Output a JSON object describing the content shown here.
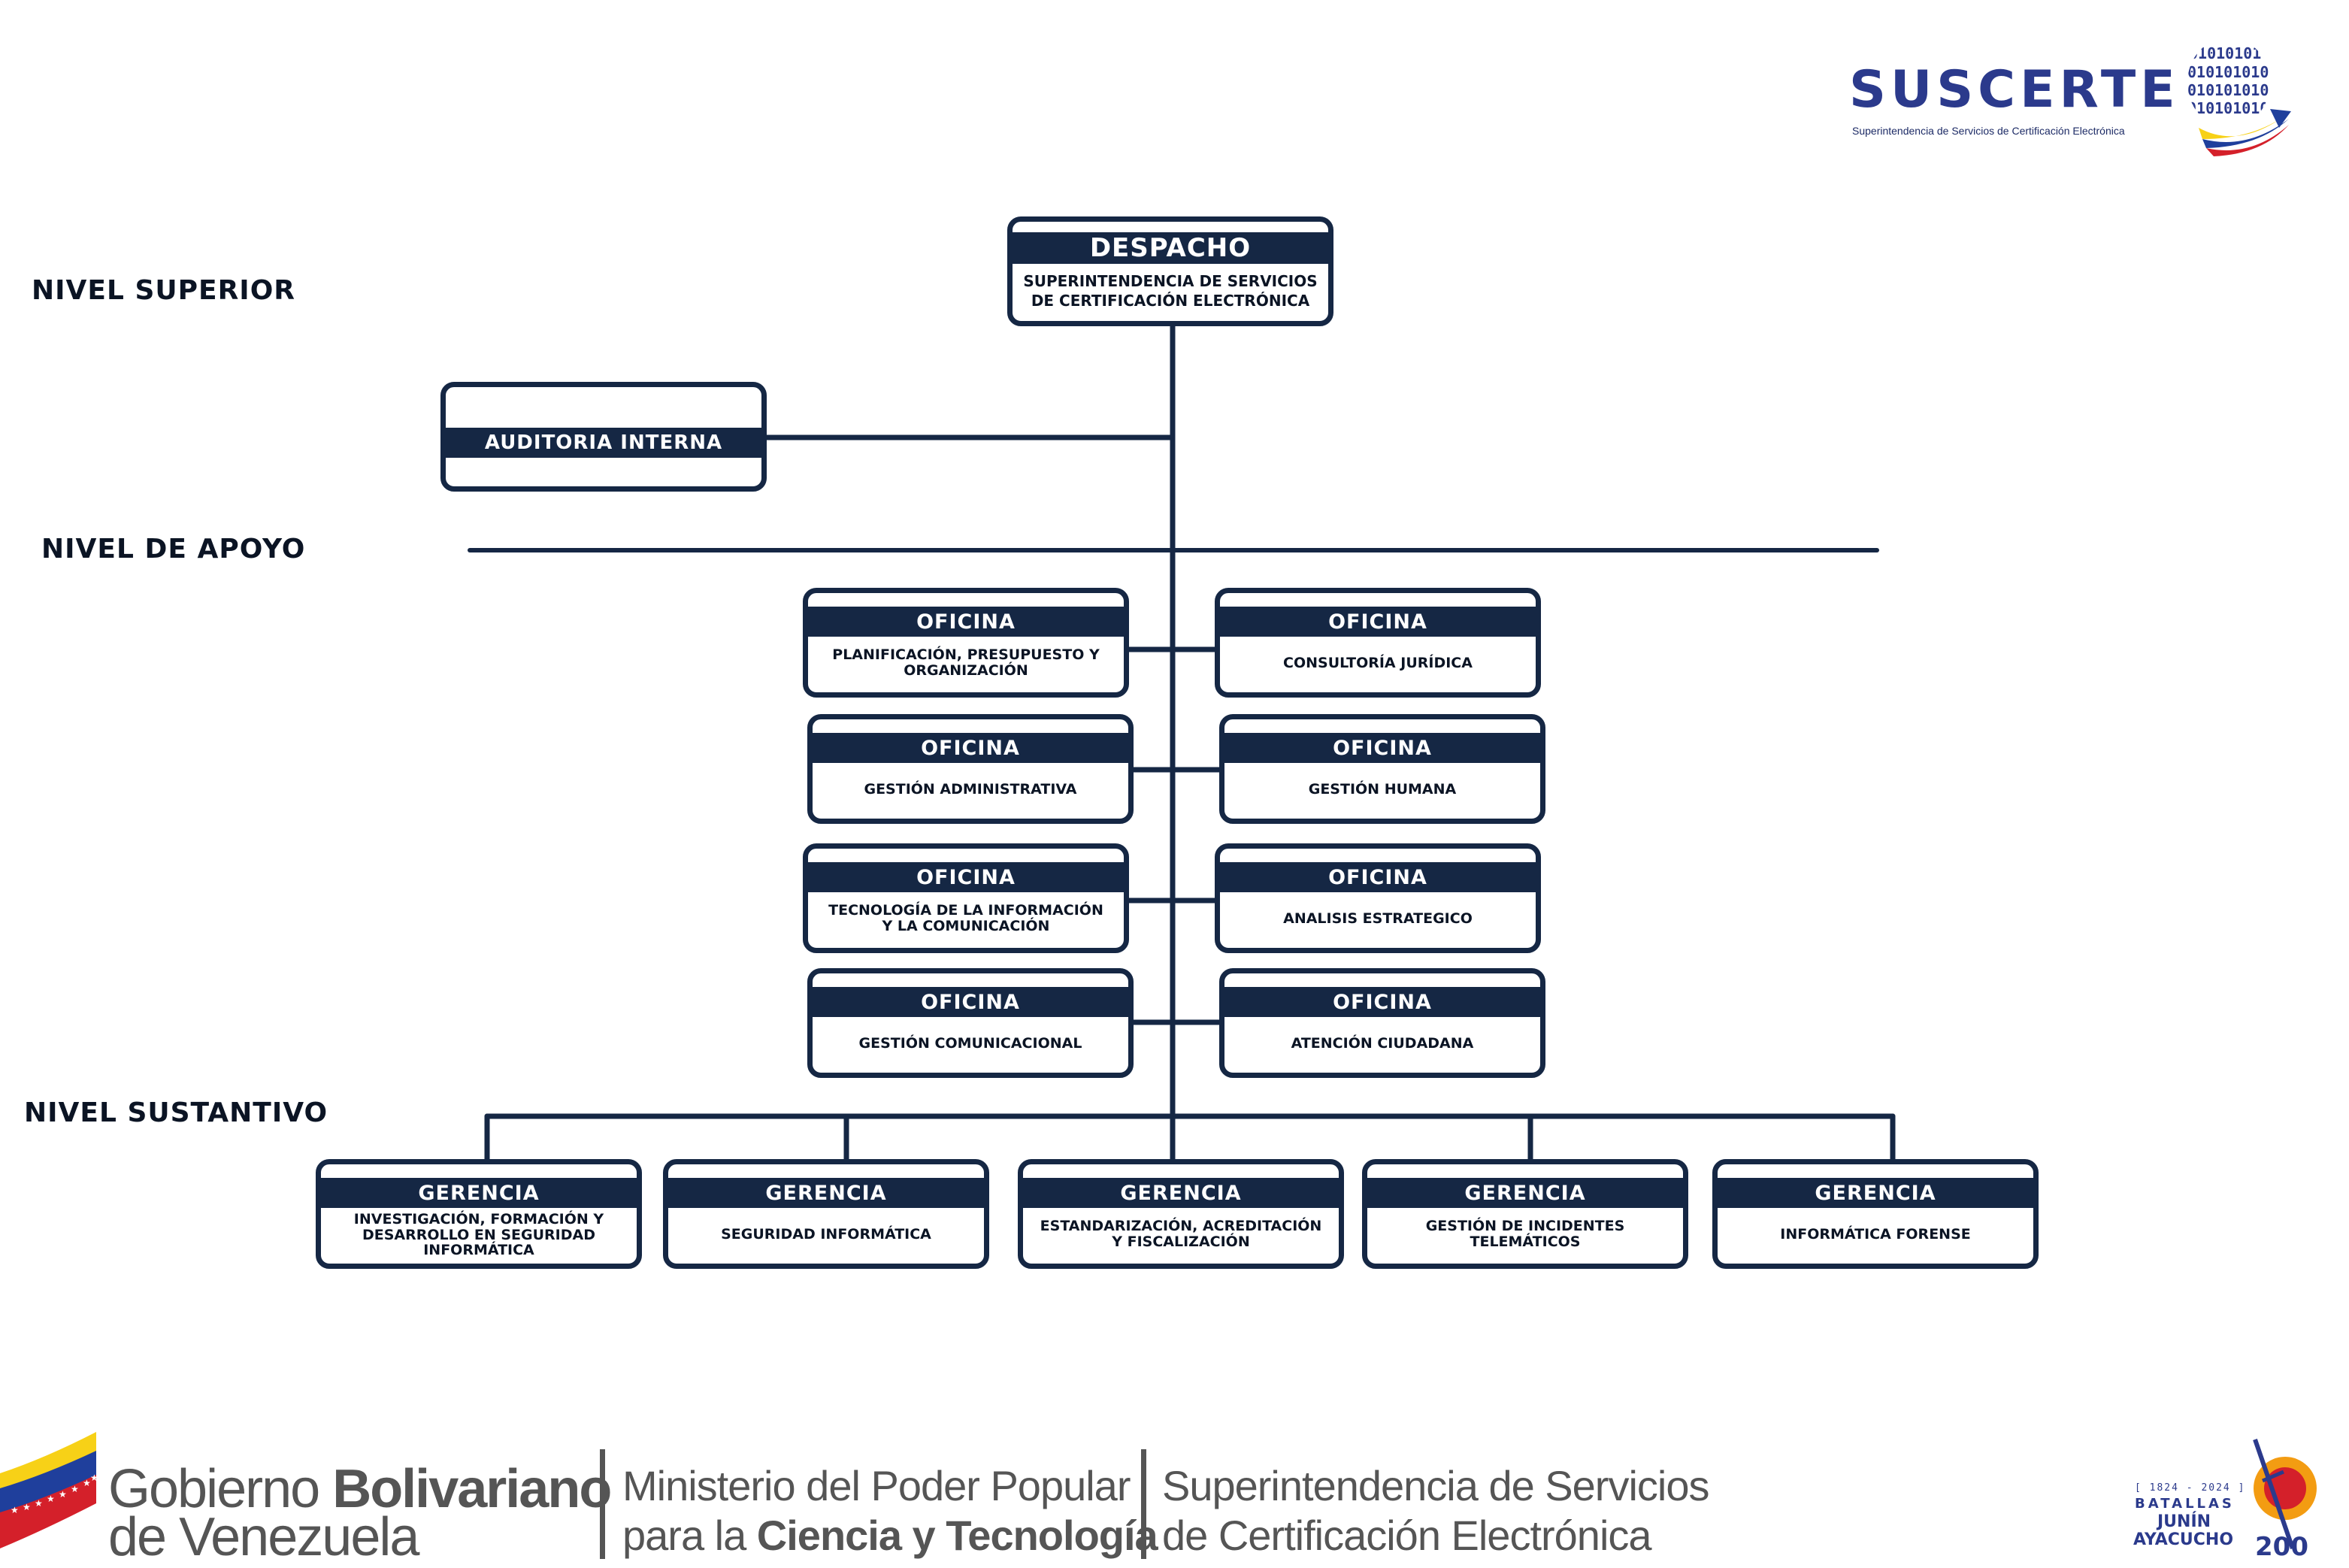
{
  "levels": {
    "superior": "NIVEL SUPERIOR",
    "apoyo": "NIVEL DE APOYO",
    "sustantivo": "NIVEL SUSTANTIVO"
  },
  "logo": {
    "name": "SUSCERTE",
    "subtitle": "Superintendencia de Servicios de Certificación Electrónica",
    "binary": "0101010101"
  },
  "despacho": {
    "title": "DESPACHO",
    "line1": "SUPERINTENDENCIA DE SERVICIOS",
    "line2": "DE CERTIFICACIÓN ELECTRÓNICA"
  },
  "auditoria": {
    "title": "AUDITORIA INTERNA"
  },
  "oficinas": [
    {
      "title": "OFICINA",
      "line1": "PLANIFICACIÓN, PRESUPUESTO Y",
      "line2": "ORGANIZACIÓN"
    },
    {
      "title": "OFICINA",
      "line1": "CONSULTORÍA JURÍDICA",
      "line2": ""
    },
    {
      "title": "OFICINA",
      "line1": "GESTIÓN ADMINISTRATIVA",
      "line2": ""
    },
    {
      "title": "OFICINA",
      "line1": "GESTIÓN HUMANA",
      "line2": ""
    },
    {
      "title": "OFICINA",
      "line1": "TECNOLOGÍA DE LA INFORMACIÓN",
      "line2": "Y LA COMUNICACIÓN"
    },
    {
      "title": "OFICINA",
      "line1": "ANALISIS ESTRATEGICO",
      "line2": ""
    },
    {
      "title": "OFICINA",
      "line1": "GESTIÓN COMUNICACIONAL",
      "line2": ""
    },
    {
      "title": "OFICINA",
      "line1": "ATENCIÓN CIUDADANA",
      "line2": ""
    }
  ],
  "gerencias": [
    {
      "title": "GERENCIA",
      "line1": "INVESTIGACIÓN, FORMACIÓN Y",
      "line2": "DESARROLLO EN SEGURIDAD",
      "line3": "INFORMÁTICA"
    },
    {
      "title": "GERENCIA",
      "line1": "SEGURIDAD INFORMÁTICA",
      "line2": "",
      "line3": ""
    },
    {
      "title": "GERENCIA",
      "line1": "ESTANDARIZACIÓN, ACREDITACIÓN",
      "line2": "Y FISCALIZACIÓN",
      "line3": ""
    },
    {
      "title": "GERENCIA",
      "line1": "GESTIÓN DE INCIDENTES",
      "line2": "TELEMÁTICOS",
      "line3": ""
    },
    {
      "title": "GERENCIA",
      "line1": "INFORMÁTICA FORENSE",
      "line2": "",
      "line3": ""
    }
  ],
  "footer": {
    "gob_line1_a": "Gobierno ",
    "gob_line1_b": "Bolivariano",
    "gob_line2": "de Venezuela",
    "min_line1": "Ministerio del Poder Popular",
    "min_line2_a": "para la ",
    "min_line2_b": "Ciencia y Tecnología",
    "sup_line1": "Superintendencia de Servicios",
    "sup_line2": "de Certificación Electrónica",
    "batallas_years": "[ 1824 - 2024 ]",
    "batallas_word": "BATALLAS",
    "batallas_junin": "JUNÍN",
    "batallas_ayacucho": "AYACUCHO",
    "batallas_200": "200"
  },
  "colors": {
    "navy": "#152744",
    "logo_blue": "#2b3a8c",
    "flag_yellow": "#f7d117",
    "flag_blue": "#1f3f9c",
    "flag_red": "#d4202a"
  }
}
